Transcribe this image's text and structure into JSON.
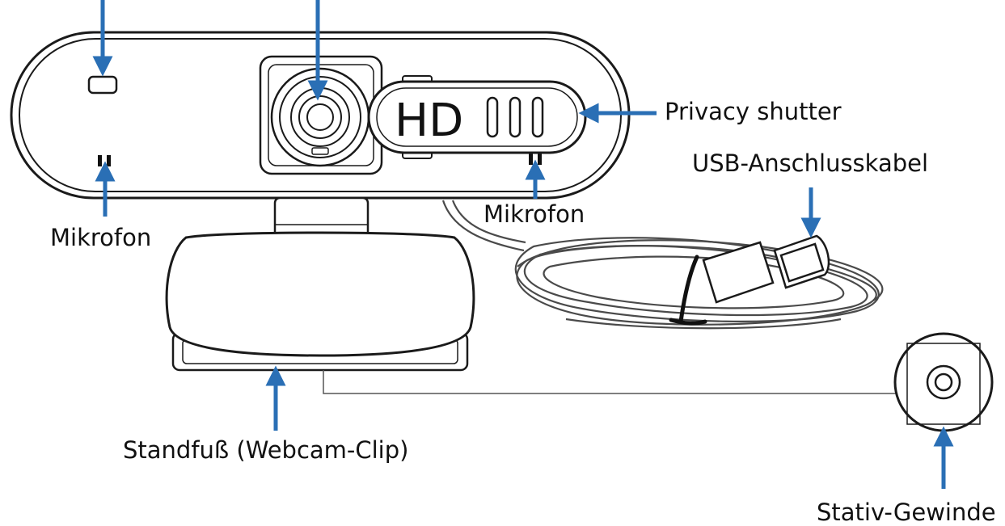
{
  "labels": {
    "hd_badge": "HD",
    "privacy_shutter": "Privacy shutter",
    "usb_cable": "USB-Anschlusskabel",
    "mic_left": "Mikrofon",
    "mic_right": "Mikrofon",
    "stand_clip": "Standfuß (Webcam-Clip)",
    "tripod_thread": "Stativ-Gewinde"
  },
  "colors": {
    "arrow": "#2a6fb5",
    "outline": "#1a1a1a",
    "cable": "#555555"
  }
}
